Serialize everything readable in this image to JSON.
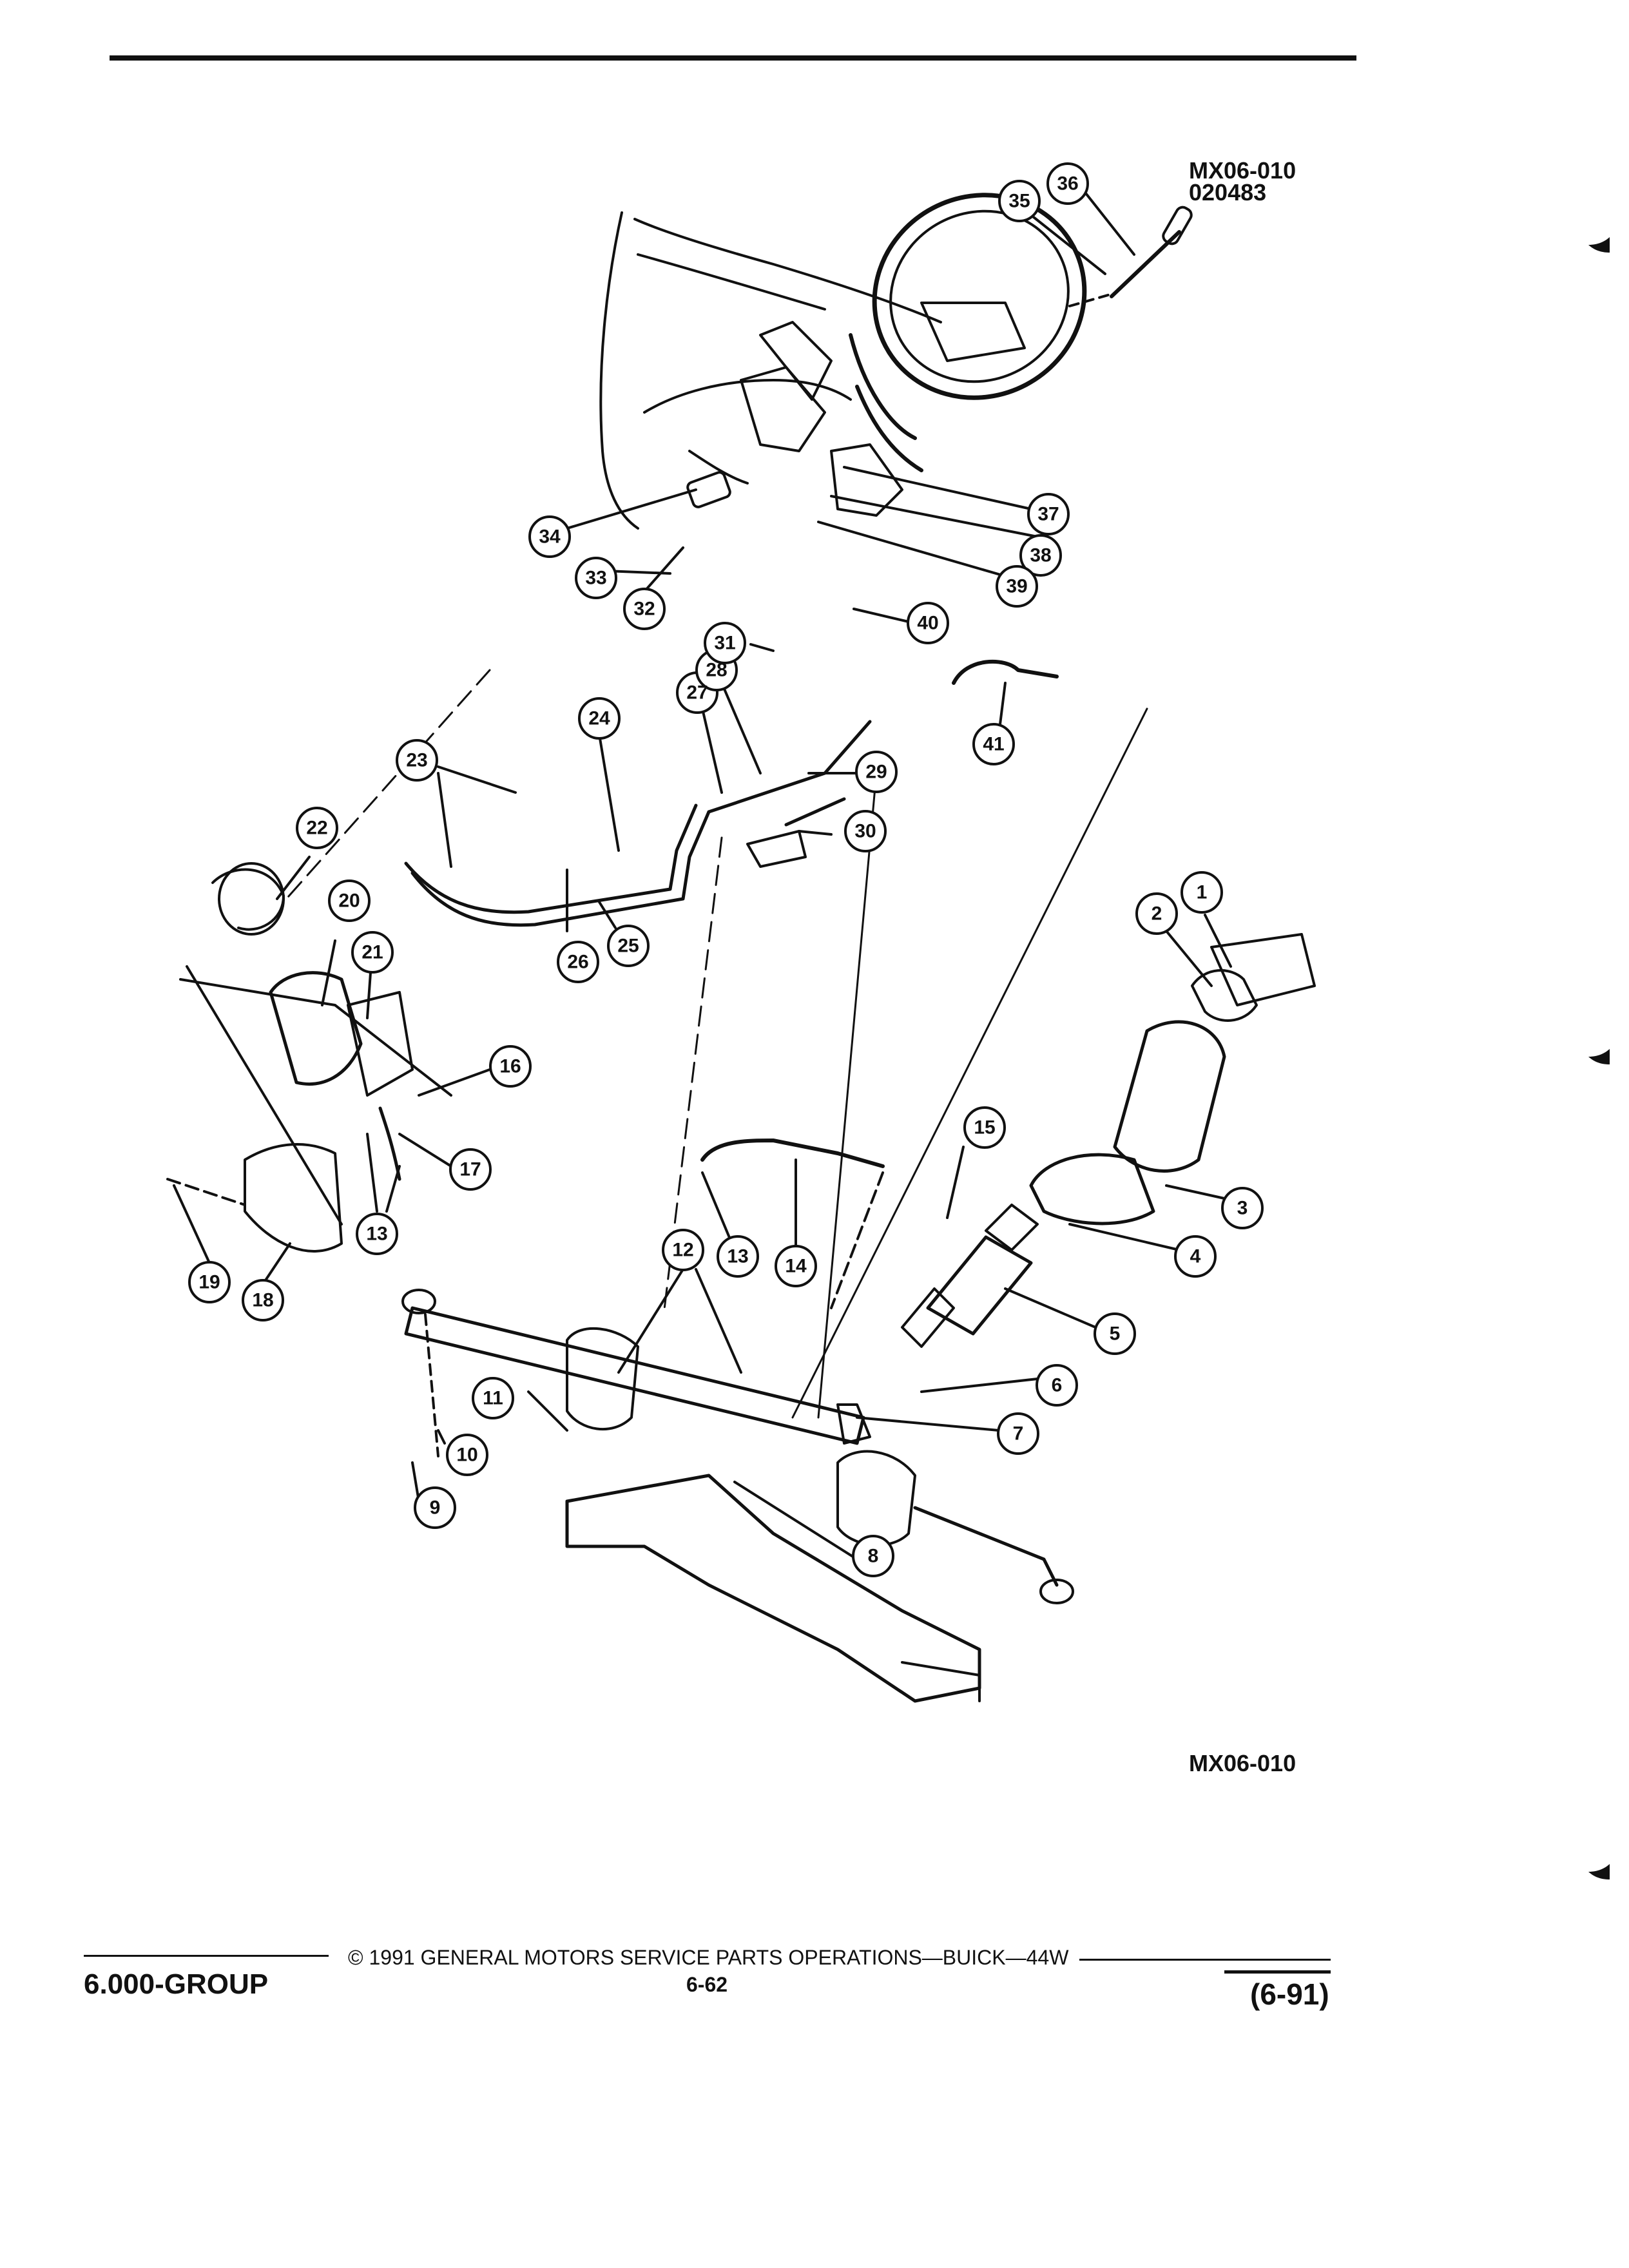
{
  "figure": {
    "code": "MX06-010",
    "code_date": "020483",
    "bottom_code": "MX06-010"
  },
  "callouts": [
    {
      "n": "1"
    },
    {
      "n": "2"
    },
    {
      "n": "3"
    },
    {
      "n": "4"
    },
    {
      "n": "5"
    },
    {
      "n": "6"
    },
    {
      "n": "7"
    },
    {
      "n": "8"
    },
    {
      "n": "9"
    },
    {
      "n": "10"
    },
    {
      "n": "11"
    },
    {
      "n": "12"
    },
    {
      "n": "13"
    },
    {
      "n": "13"
    },
    {
      "n": "14"
    },
    {
      "n": "15"
    },
    {
      "n": "16"
    },
    {
      "n": "17"
    },
    {
      "n": "18"
    },
    {
      "n": "19"
    },
    {
      "n": "20"
    },
    {
      "n": "21"
    },
    {
      "n": "22"
    },
    {
      "n": "23"
    },
    {
      "n": "24"
    },
    {
      "n": "25"
    },
    {
      "n": "26"
    },
    {
      "n": "27"
    },
    {
      "n": "28"
    },
    {
      "n": "29"
    },
    {
      "n": "30"
    },
    {
      "n": "31"
    },
    {
      "n": "32"
    },
    {
      "n": "33"
    },
    {
      "n": "34"
    },
    {
      "n": "35"
    },
    {
      "n": "36"
    },
    {
      "n": "37"
    },
    {
      "n": "38"
    },
    {
      "n": "39"
    },
    {
      "n": "40"
    },
    {
      "n": "41"
    }
  ],
  "footer": {
    "group": "6.000-GROUP",
    "copyright": "© 1991 GENERAL MOTORS SERVICE PARTS OPERATIONS—BUICK—44W",
    "page": "6-62",
    "date": "(6-91)"
  }
}
